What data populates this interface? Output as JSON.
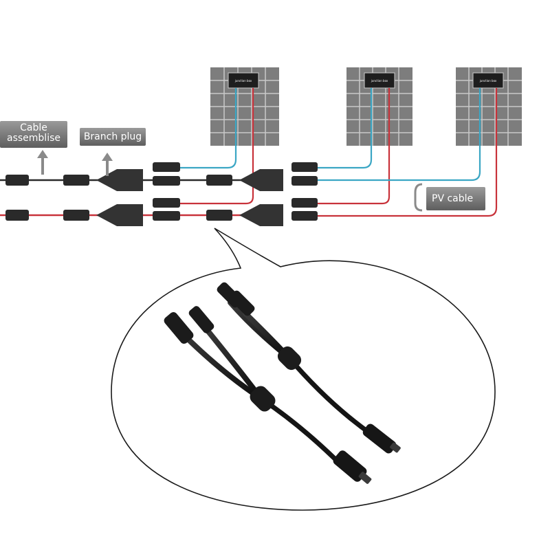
{
  "labels": {
    "cable_assemblies": "Cable\nassemblise",
    "branch_plug": "Branch plug",
    "pv_cable": "PV cable"
  },
  "panels": [
    {
      "id": "panel-1",
      "junction_box_text": "junction box"
    },
    {
      "id": "panel-2",
      "junction_box_text": "junction box"
    },
    {
      "id": "panel-3",
      "junction_box_text": "junction box"
    }
  ],
  "colors": {
    "positive_wire": "#c8323a",
    "negative_wire": "#3aa6c4",
    "panel_cell": "#7d7d7d",
    "panel_grid": "#bdbdbd",
    "label_bg": "#7a7a7a",
    "connector": "#2a2a2a"
  },
  "icons": {
    "arrow_up": "arrow-up-icon",
    "callout": "speech-bubble-icon"
  }
}
